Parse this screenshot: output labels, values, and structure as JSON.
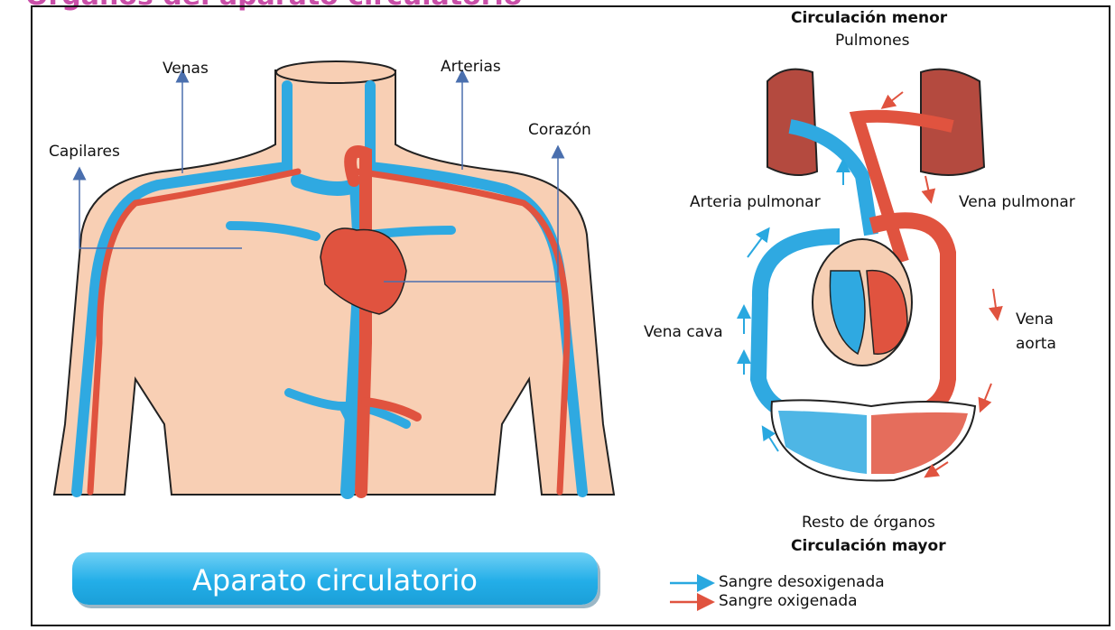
{
  "header": {
    "title": "Órganos del aparato circulatorio"
  },
  "left_diagram": {
    "labels": {
      "venas": "Venas",
      "arterias": "Arterias",
      "capilares": "Capilares",
      "corazon": "Corazón"
    },
    "banner": "Aparato circulatorio"
  },
  "right_diagram": {
    "labels": {
      "circulacion_menor": "Circulación menor",
      "pulmones": "Pulmones",
      "arteria_pulmonar": "Arteria pulmonar",
      "vena_pulmonar": "Vena pulmonar",
      "vena_cava": "Vena cava",
      "vena_aorta_1": "Vena",
      "vena_aorta_2": "aorta",
      "resto_organos": "Resto de órganos",
      "circulacion_mayor": "Circulación mayor"
    }
  },
  "legend": {
    "items": [
      {
        "label": "Sangre desoxigenada",
        "color": "#29a8e0"
      },
      {
        "label": "Sangre oxigenada",
        "color": "#e0533f"
      }
    ]
  },
  "colors": {
    "vein": "#2fa9e1",
    "artery": "#e0533f",
    "skin": "#f8cfb4",
    "leader_line": "#4a6fae",
    "title": "#c94fa8"
  }
}
